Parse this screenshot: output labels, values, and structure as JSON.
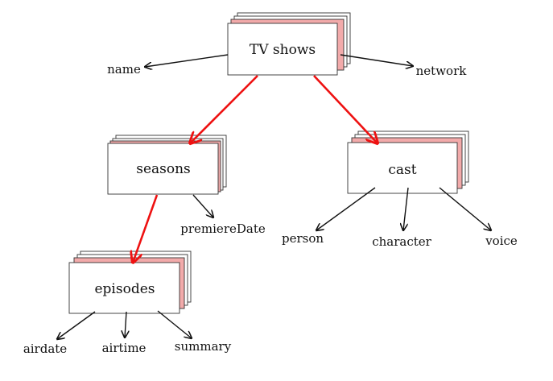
{
  "diagram": {
    "nodes": {
      "tv_shows": "TV shows",
      "seasons": "seasons",
      "cast": "cast",
      "episodes": "episodes"
    },
    "leaves": {
      "name": "name",
      "network": "network",
      "premiere_date": "premiereDate",
      "person": "person",
      "character": "character",
      "voice": "voice",
      "airdate": "airdate",
      "airtime": "airtime",
      "summary": "summary"
    },
    "colors": {
      "nested_edge": "#ee1111",
      "attribute_edge": "#111111",
      "stack_fill": "#f2aaaa",
      "box_fill": "#ffffff"
    }
  }
}
